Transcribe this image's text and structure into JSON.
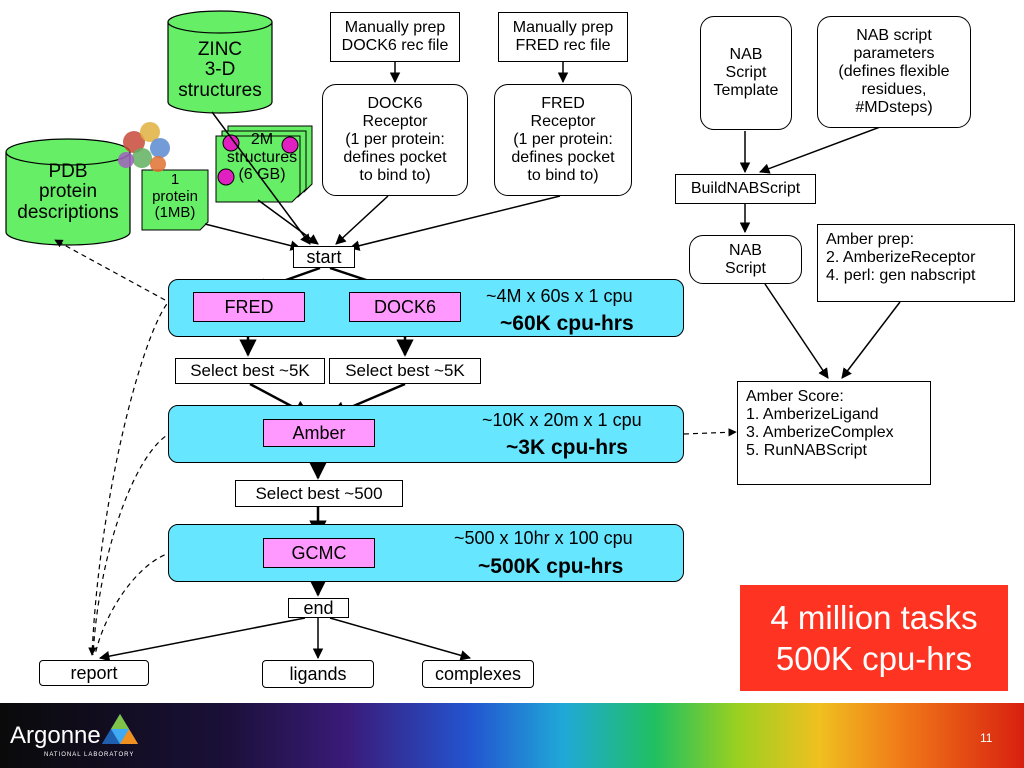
{
  "sources": {
    "zinc": "ZINC\n3-D\nstructures",
    "pdb": "PDB\nprotein\ndescriptions",
    "structures": "2M\nstructures\n(6 GB)",
    "protein": "1\nprotein\n(1MB)"
  },
  "prep": {
    "dock6_prep": "Manually prep\nDOCK6 rec file",
    "fred_prep": "Manually prep\nFRED rec file",
    "dock6_receptor": "DOCK6\nReceptor\n(1 per protein:\ndefines pocket\nto bind to)",
    "fred_receptor": "FRED\nReceptor\n(1 per protein:\ndefines pocket\nto bind to)"
  },
  "nab": {
    "template": "NAB\nScript\nTemplate",
    "params": "NAB script\nparameters\n(defines flexible\nresidues,\n#MDsteps)",
    "build": "BuildNABScript",
    "script": "NAB\nScript",
    "amber_prep": "Amber prep:\n2. AmberizeReceptor\n4. perl: gen nabscript",
    "amber_score": "Amber Score:\n1. AmberizeLigand\n3. AmberizeComplex\n5. RunNABScript"
  },
  "flow": {
    "start": "start",
    "end": "end",
    "fred": "FRED",
    "dock6": "DOCK6",
    "select_fred": "Select best ~5K",
    "select_dock": "Select best ~5K",
    "amber": "Amber",
    "select_500": "Select best ~500",
    "gcmc": "GCMC"
  },
  "stages": {
    "s1_calc": "~4M x 60s x 1 cpu",
    "s1_total": "~60K cpu-hrs",
    "s2_calc": "~10K x 20m x 1 cpu",
    "s2_total": "~3K cpu-hrs",
    "s3_calc": "~500 x 10hr x 100 cpu",
    "s3_total": "~500K cpu-hrs"
  },
  "outputs": {
    "report": "report",
    "ligands": "ligands",
    "complexes": "complexes"
  },
  "summary": {
    "line1": "4 million tasks",
    "line2": "500K cpu-hrs"
  },
  "footer": {
    "logo": "Argonne",
    "logo_sub": "NATIONAL LABORATORY",
    "page": "11"
  },
  "colors": {
    "stage": "#66e6ff",
    "task": "#ff99ff",
    "data": "#66ee66",
    "summary": "#ff3322"
  }
}
